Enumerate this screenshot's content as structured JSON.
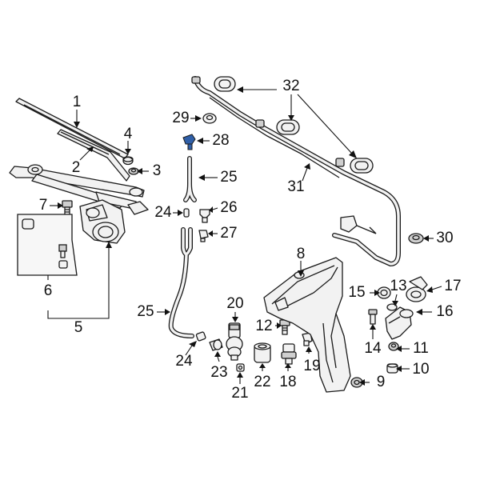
{
  "labels": [
    {
      "id": "1",
      "text": "1"
    },
    {
      "id": "2",
      "text": "2"
    },
    {
      "id": "3",
      "text": "3"
    },
    {
      "id": "4",
      "text": "4"
    },
    {
      "id": "5",
      "text": "5"
    },
    {
      "id": "6",
      "text": "6"
    },
    {
      "id": "7",
      "text": "7"
    },
    {
      "id": "8",
      "text": "8"
    },
    {
      "id": "9",
      "text": "9"
    },
    {
      "id": "10",
      "text": "10"
    },
    {
      "id": "11",
      "text": "11"
    },
    {
      "id": "12",
      "text": "12"
    },
    {
      "id": "13",
      "text": "13"
    },
    {
      "id": "14",
      "text": "14"
    },
    {
      "id": "15",
      "text": "15"
    },
    {
      "id": "16",
      "text": "16"
    },
    {
      "id": "17",
      "text": "17"
    },
    {
      "id": "18",
      "text": "18"
    },
    {
      "id": "19",
      "text": "19"
    },
    {
      "id": "20",
      "text": "20"
    },
    {
      "id": "21",
      "text": "21"
    },
    {
      "id": "22",
      "text": "22"
    },
    {
      "id": "23",
      "text": "23"
    },
    {
      "id": "24a",
      "text": "24"
    },
    {
      "id": "24b",
      "text": "24"
    },
    {
      "id": "25a",
      "text": "25"
    },
    {
      "id": "25b",
      "text": "25"
    },
    {
      "id": "26",
      "text": "26"
    },
    {
      "id": "27",
      "text": "27"
    },
    {
      "id": "28",
      "text": "28"
    },
    {
      "id": "29",
      "text": "29"
    },
    {
      "id": "30",
      "text": "30"
    },
    {
      "id": "31",
      "text": "31"
    },
    {
      "id": "32",
      "text": "32"
    }
  ],
  "colors": {
    "highlight": "#2f5fa8",
    "ink": "#1a1a1a"
  }
}
